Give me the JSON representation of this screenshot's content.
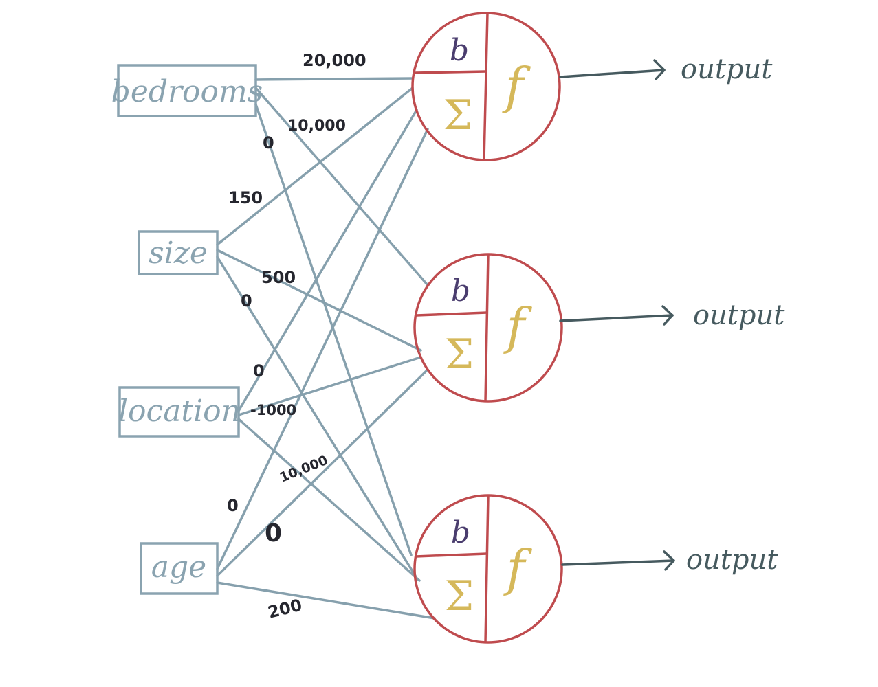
{
  "colors": {
    "input_stroke": "#8aa3b0",
    "edge": "#86a0ad",
    "neuron_stroke": "#bf4b4e",
    "bias_text": "#4a3d6e",
    "sum_f_text": "#d5b85a",
    "weight_text": "#25262e",
    "output_text": "#465a5f"
  },
  "inputs": [
    {
      "label": "bedrooms"
    },
    {
      "label": "size"
    },
    {
      "label": "location"
    },
    {
      "label": "age"
    }
  ],
  "neurons": [
    {
      "bias_symbol": "b",
      "sum_symbol": "Σ",
      "activation_symbol": "f",
      "output_label": "output"
    },
    {
      "bias_symbol": "b",
      "sum_symbol": "Σ",
      "activation_symbol": "f",
      "output_label": "output"
    },
    {
      "bias_symbol": "b",
      "sum_symbol": "Σ",
      "activation_symbol": "f",
      "output_label": "output"
    }
  ],
  "weights": [
    {
      "from": "bedrooms",
      "to": 1,
      "value": "20,000"
    },
    {
      "from": "bedrooms",
      "to": 2,
      "value": "10,000"
    },
    {
      "from": "bedrooms",
      "to": 3,
      "value": "0"
    },
    {
      "from": "size",
      "to": 1,
      "value": "150"
    },
    {
      "from": "size",
      "to": 2,
      "value": "500"
    },
    {
      "from": "size",
      "to": 3,
      "value": "0"
    },
    {
      "from": "location",
      "to": 1,
      "value": "0"
    },
    {
      "from": "location",
      "to": 2,
      "value": "-1000"
    },
    {
      "from": "location",
      "to": 3,
      "value": "10,000"
    },
    {
      "from": "age",
      "to": 1,
      "value": "0"
    },
    {
      "from": "age",
      "to": 2,
      "value": "0"
    },
    {
      "from": "age",
      "to": 3,
      "value": "200"
    }
  ]
}
